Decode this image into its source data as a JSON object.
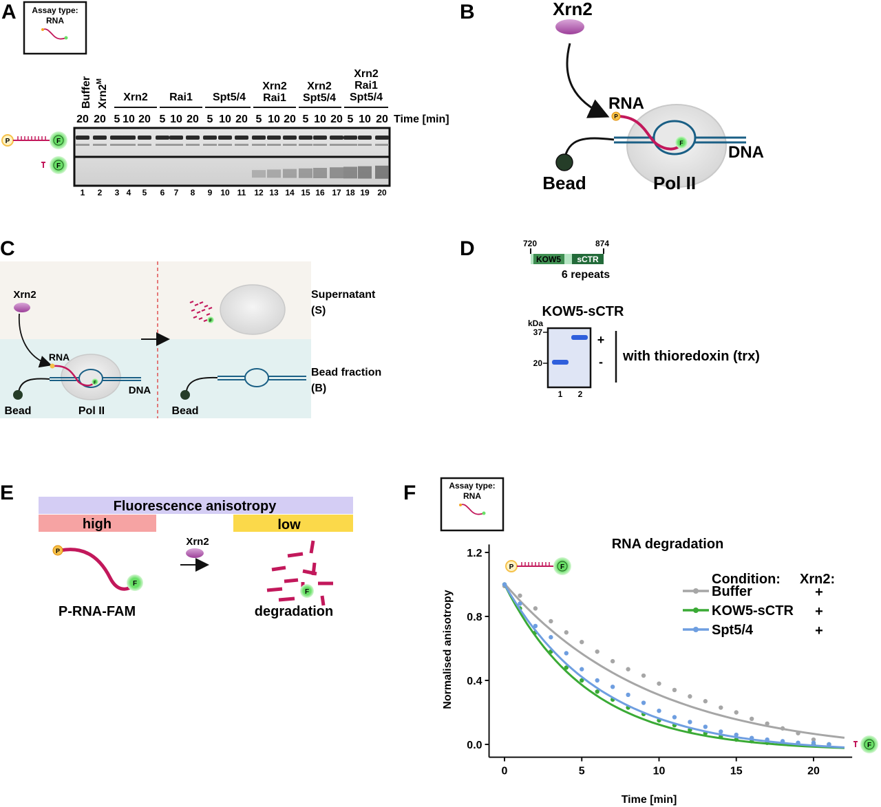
{
  "panelA": {
    "letter": "A",
    "assay_label_1": "Assay type:",
    "assay_label_2": "RNA",
    "col_buffer": "Buffer",
    "col_xrn2m": "Xrn2",
    "col_xrn2m_sup": "M",
    "groups": [
      "Xrn2",
      "Rai1",
      "Spt5/4"
    ],
    "combo1_l1": "Xrn2",
    "combo1_l2": "Rai1",
    "combo2_l1": "Xrn2",
    "combo2_l2": "Spt5/4",
    "combo3_l1": "Xrn2",
    "combo3_l2": "Rai1",
    "combo3_l3": "Spt5/4",
    "times": [
      "20",
      "20",
      "5",
      "10",
      "20",
      "5",
      "10",
      "20",
      "5",
      "10",
      "20",
      "5",
      "10",
      "20",
      "5",
      "10",
      "20",
      "5",
      "10",
      "20"
    ],
    "time_unit": "Time [min]",
    "lanes": [
      "1",
      "2",
      "3",
      "4",
      "5",
      "6",
      "7",
      "8",
      "9",
      "10",
      "11",
      "12",
      "13",
      "14",
      "15",
      "16",
      "17",
      "18",
      "19",
      "20"
    ],
    "p_label": "P",
    "f_label": "F"
  },
  "panelB": {
    "letter": "B",
    "xrn2": "Xrn2",
    "rna": "RNA",
    "dna": "DNA",
    "bead": "Bead",
    "pol2": "Pol II",
    "p_label": "P",
    "f_label": "F"
  },
  "panelC": {
    "letter": "C",
    "xrn2": "Xrn2",
    "rna": "RNA",
    "dna": "DNA",
    "bead_left": "Bead",
    "pol2": "Pol II",
    "bead_right": "Bead",
    "supernatant_1": "Supernatant",
    "supernatant_2": "(S)",
    "bead_fraction_1": "Bead fraction",
    "bead_fraction_2": "(B)",
    "p_label": "P",
    "f_label": "F"
  },
  "panelD": {
    "letter": "D",
    "pos_start": "720",
    "pos_end": "874",
    "domain1": "KOW5",
    "domain2": "sCTR",
    "repeats": "6 repeats",
    "gel_title": "KOW5-sCTR",
    "kda": "kDa",
    "marker_37": "37",
    "marker_20": "20",
    "plus": "+",
    "minus": "-",
    "trx": "with thioredoxin (trx)",
    "lanes": [
      "1",
      "2"
    ]
  },
  "panelE": {
    "letter": "E",
    "banner": "Fluorescence anisotropy",
    "high": "high",
    "low": "low",
    "xrn2": "Xrn2",
    "substrate": "P-RNA-FAM",
    "degradation": "degradation",
    "p_label": "P",
    "f_label": "F"
  },
  "panelF": {
    "letter": "F",
    "assay_label_1": "Assay type:",
    "assay_label_2": "RNA",
    "legend_header_condition": "Condition:",
    "legend_header_xrn2": "Xrn2:",
    "p_label": "P",
    "f_label": "F"
  },
  "colors": {
    "rna": "#c2185b",
    "dna": "#1a5f85",
    "pol2_fill": "#e2e2e2",
    "xrn2": "#b85bb5",
    "fam": "#69e067",
    "phosphate": "#f5c14a",
    "buffer_series": "#a6a6a6",
    "kow5_series": "#3aaa35",
    "spt_series": "#6e9ee0",
    "supernatant_bg": "#f6f3ee",
    "bead_bg": "#e3f1f1",
    "high": "#f6a3a3",
    "low": "#fbd94a",
    "banner": "#d4cdf4",
    "kow5_box": "#3f8f52",
    "sctr_box": "#236b3a",
    "gel_band": "#2f5fdc"
  },
  "chart_data": {
    "type": "scatter",
    "title": "RNA degradation",
    "xlabel": "Time [min]",
    "ylabel": "Normalised anisotropy",
    "xlim": [
      -1,
      22.5
    ],
    "ylim": [
      -0.08,
      1.25
    ],
    "xticks": [
      0,
      5,
      10,
      15,
      20
    ],
    "yticks": [
      0.0,
      0.4,
      0.8,
      1.2
    ],
    "yticklabels": [
      "0.0",
      "0.4",
      "0.8",
      "1.2"
    ],
    "legend_position": "top-right",
    "series": [
      {
        "name": "Buffer",
        "xrn2": "+",
        "color": "#a6a6a6",
        "x": [
          0,
          1,
          2,
          3,
          4,
          5,
          6,
          7,
          8,
          9,
          10,
          11,
          12,
          13,
          14,
          15,
          16,
          17,
          18,
          19,
          20,
          21
        ],
        "y": [
          0.99,
          0.93,
          0.85,
          0.77,
          0.7,
          0.64,
          0.58,
          0.52,
          0.47,
          0.43,
          0.38,
          0.34,
          0.3,
          0.27,
          0.23,
          0.2,
          0.16,
          0.13,
          0.1,
          0.07,
          0.03,
          0.0
        ],
        "fit_x": [
          0,
          22
        ],
        "fit_k": 0.105,
        "fit_a": 1.07,
        "fit_b": -0.065
      },
      {
        "name": "KOW5-sCTR",
        "xrn2": "+",
        "color": "#3aaa35",
        "x": [
          0,
          1,
          2,
          3,
          4,
          5,
          6,
          7,
          8,
          9,
          10,
          11,
          12,
          13,
          14,
          15,
          16,
          17,
          18,
          19,
          20,
          21
        ],
        "y": [
          1.0,
          0.85,
          0.7,
          0.58,
          0.48,
          0.4,
          0.33,
          0.28,
          0.23,
          0.19,
          0.15,
          0.12,
          0.09,
          0.07,
          0.05,
          0.03,
          0.02,
          0.01,
          0.01,
          0.0,
          0.0,
          0.0
        ],
        "fit_x": [
          0,
          22
        ],
        "fit_k": 0.185,
        "fit_a": 1.04,
        "fit_b": -0.04
      },
      {
        "name": "Spt5/4",
        "xrn2": "+",
        "color": "#6e9ee0",
        "x": [
          0,
          1,
          2,
          3,
          4,
          5,
          6,
          7,
          8,
          9,
          10,
          11,
          12,
          13,
          14,
          15,
          16,
          17,
          18,
          19,
          20,
          21
        ],
        "y": [
          1.0,
          0.88,
          0.74,
          0.67,
          0.57,
          0.47,
          0.4,
          0.36,
          0.31,
          0.26,
          0.21,
          0.17,
          0.14,
          0.11,
          0.08,
          0.06,
          0.04,
          0.03,
          0.02,
          0.01,
          0.01,
          0.0
        ],
        "fit_x": [
          0,
          22
        ],
        "fit_k": 0.16,
        "fit_a": 1.05,
        "fit_b": -0.05
      }
    ]
  }
}
